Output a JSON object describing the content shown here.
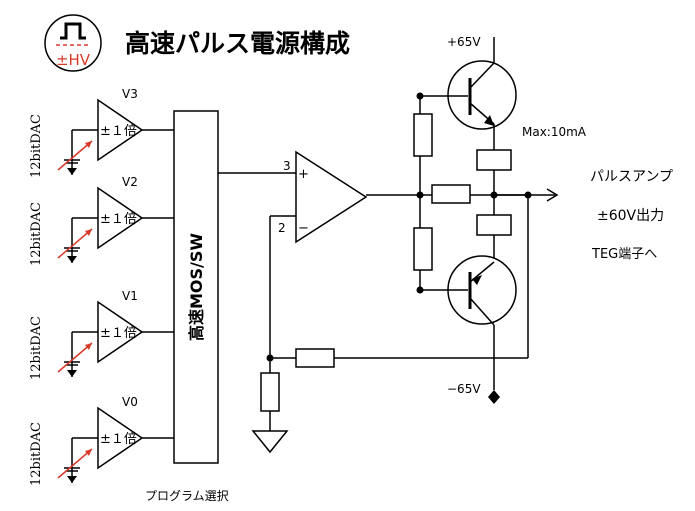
{
  "title": "高速パルス電源構成",
  "logo": {
    "text": "±HV",
    "accent": "#d83a2a",
    "icon": "pulse-waveform-icon"
  },
  "dac_label": "12bitDAC",
  "buffers": [
    {
      "name": "V3",
      "gain": "±１倍"
    },
    {
      "name": "V2",
      "gain": "±１倍"
    },
    {
      "name": "V1",
      "gain": "±１倍"
    },
    {
      "name": "V0",
      "gain": "±１倍"
    }
  ],
  "switch_label": "高速MOS/SW",
  "program_select": "プログラム選択",
  "opamp": {
    "pin_plus": "3",
    "pin_minus": "2",
    "plus": "+",
    "minus": "−"
  },
  "supply_positive": "+65V",
  "supply_negative": "−65V",
  "max_current": "Max:10mA",
  "output": {
    "line1": "パルスアンプ",
    "line2": "±60V出力",
    "line3": "TEG端子へ"
  },
  "colors": {
    "wire": "#000000",
    "accent": "#d83a2a"
  }
}
